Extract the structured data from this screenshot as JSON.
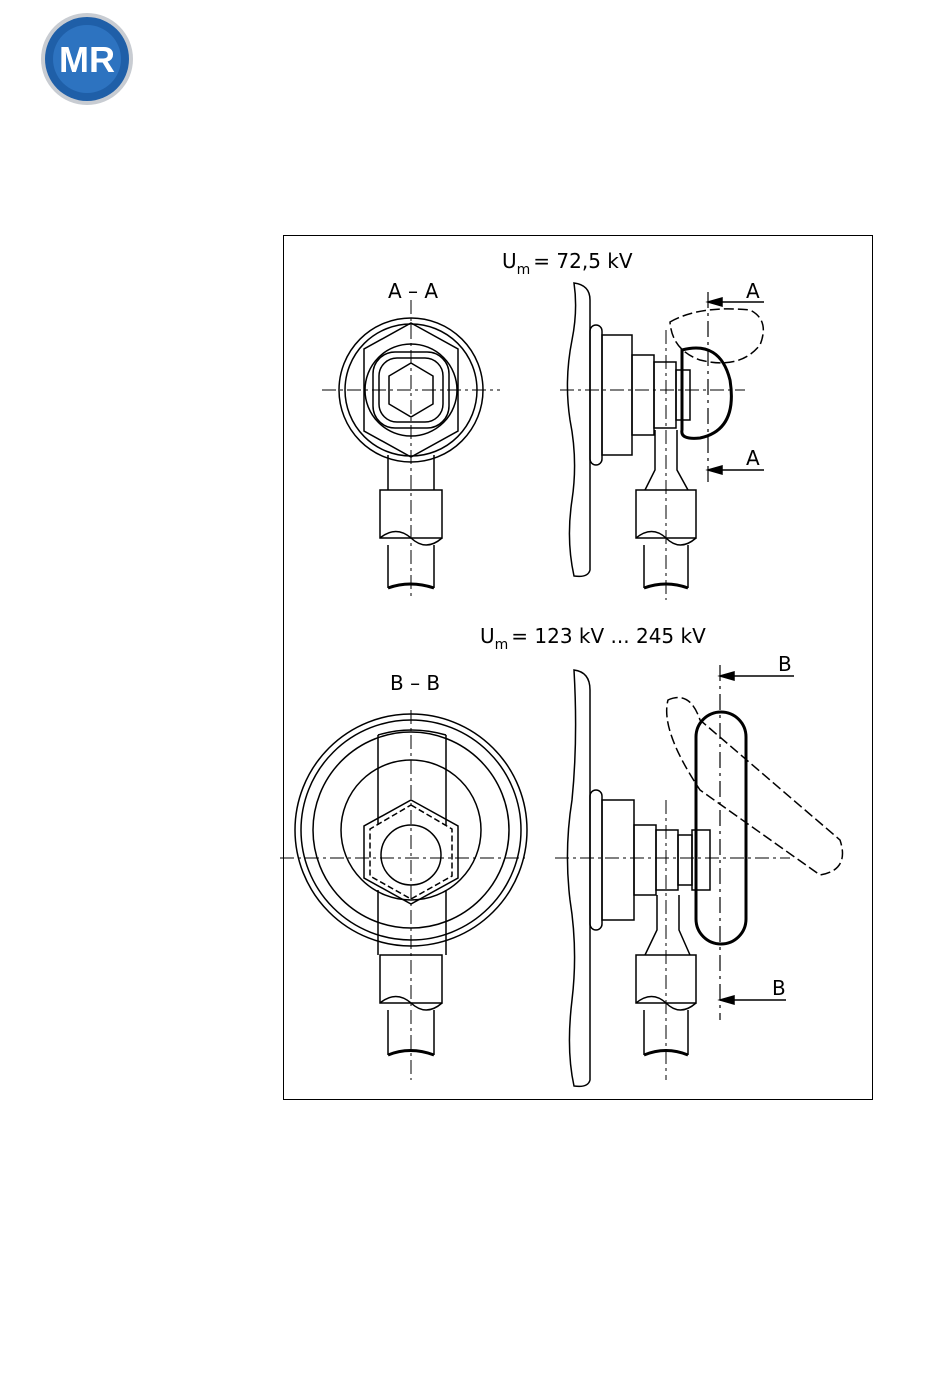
{
  "logo": {
    "text": "MR",
    "colors": {
      "ring": "#1f5fa8",
      "inner": "#2d73c0",
      "silver": "#c8ccd2",
      "text": "#ffffff"
    }
  },
  "drawing": {
    "top_title": {
      "prefix": "U",
      "subscript": "m",
      "suffix": "= 72,5 kV"
    },
    "top_section_label": "A – A",
    "section_marker_a": "A",
    "bottom_title": {
      "prefix": "U",
      "subscript": "m",
      "suffix": "= 123 kV ... 245 kV"
    },
    "bottom_section_label": "B – B",
    "section_marker_b": "B"
  }
}
